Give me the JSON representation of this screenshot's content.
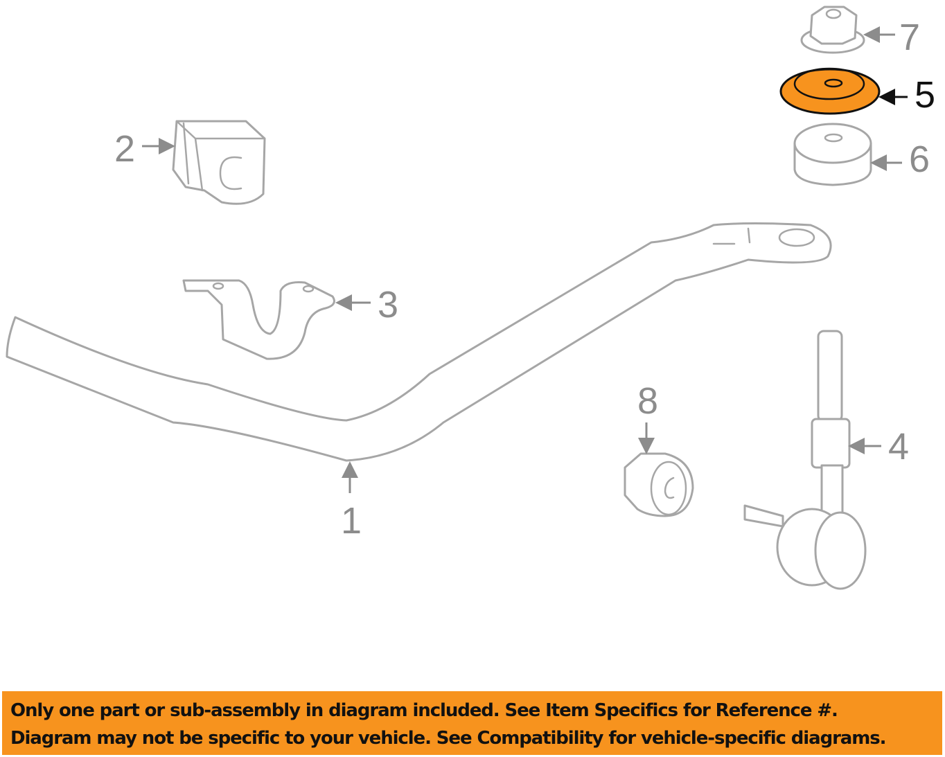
{
  "diagram": {
    "highlight_color": "#f7931e",
    "callouts": [
      {
        "number": "1",
        "part": "stabilizer-bar"
      },
      {
        "number": "2",
        "part": "bushing"
      },
      {
        "number": "3",
        "part": "bracket"
      },
      {
        "number": "4",
        "part": "stabilizer-link"
      },
      {
        "number": "5",
        "part": "retainer",
        "highlighted": true
      },
      {
        "number": "6",
        "part": "cushion"
      },
      {
        "number": "7",
        "part": "nut"
      },
      {
        "number": "8",
        "part": "link-bushing"
      }
    ]
  },
  "banner": {
    "line1": "Only one part or sub-assembly in diagram included. See Item Specifics for Reference #.",
    "line2": "Diagram may not be specific to your vehicle. See Compatibility for vehicle-specific diagrams."
  }
}
